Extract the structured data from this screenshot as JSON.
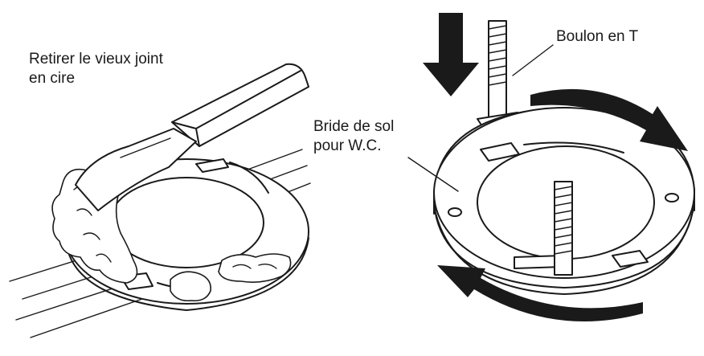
{
  "labels": {
    "remove_wax_line1": "Retirer le vieux joint",
    "remove_wax_line2": "en cire",
    "t_bolt": "Boulon en T",
    "flange_line1": "Bride de sol",
    "flange_line2": "pour W.C."
  },
  "colors": {
    "ink": "#1a1a1a",
    "background": "#ffffff"
  },
  "icons": [
    "down-arrow-icon",
    "rotate-clockwise-arrow-icon",
    "rotate-counterclockwise-arrow-icon"
  ]
}
